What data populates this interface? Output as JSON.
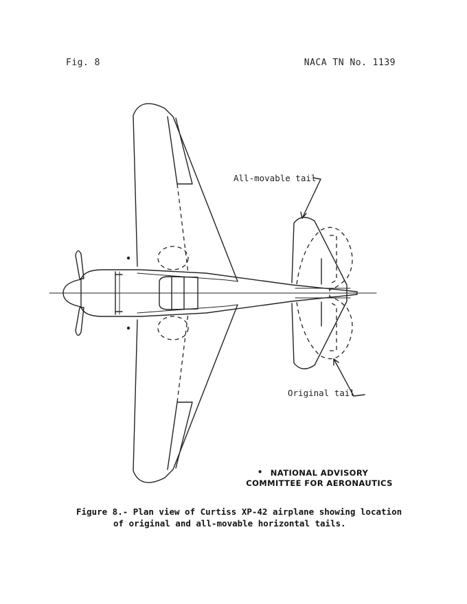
{
  "header": {
    "figure_number": "Fig. 8",
    "report_number": "NACA TN No. 1139"
  },
  "drawing": {
    "label_all_movable": "All-movable tail",
    "label_original": "Original tail"
  },
  "credit": {
    "line1": "NATIONAL ADVISORY",
    "line2": "COMMITTEE FOR AERONAUTICS"
  },
  "caption": {
    "line1": "Figure 8.- Plan view of Curtiss XP-42 airplane showing location",
    "line2": "of original and all-movable horizontal tails."
  },
  "colors": {
    "ink": "#222222",
    "paper": "#ffffff"
  }
}
